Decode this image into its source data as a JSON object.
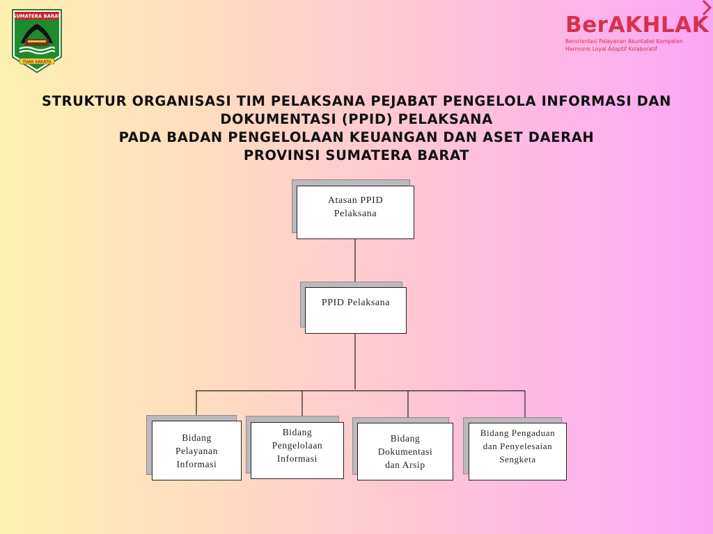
{
  "logo": {
    "top_text": "SUMATERA BARAT",
    "bottom_text": "TUAH SAKATO",
    "icon": "sumatera-barat-emblem"
  },
  "brand": {
    "name": "BerAKHLAK",
    "tagline_1": "Berorientasi Pelayanan Akuntabel Kompeten",
    "tagline_2": "Harmonis Loyal Adaptif Kolaboratif",
    "color": "#d8304a"
  },
  "title": {
    "line1": "STRUKTUR ORGANISASI TIM PELAKSANA PEJABAT PENGELOLA INFORMASI DAN",
    "line2": "DOKUMENTASI (PPID) PELAKSANA",
    "line3": "PADA BADAN PENGELOLAAN KEUANGAN DAN ASET DAERAH",
    "line4": "PROVINSI SUMATERA BARAT"
  },
  "org": {
    "top": {
      "line1": "Atasan PPID",
      "line2": "Pelaksana"
    },
    "middle": {
      "line1": "PPID Pelaksana"
    },
    "units": [
      {
        "line1": "Bidang",
        "line2": "Pelayanan",
        "line3": "Informasi"
      },
      {
        "line1": "Bidang",
        "line2": "Pengelolaan",
        "line3": "Informasi"
      },
      {
        "line1": "Bidang",
        "line2": "Dokumentasi",
        "line3": "dan Arsip"
      },
      {
        "line1": "Bidang Pengaduan",
        "line2": "dan Penyelesaian",
        "line3": "Sengketa"
      }
    ]
  }
}
